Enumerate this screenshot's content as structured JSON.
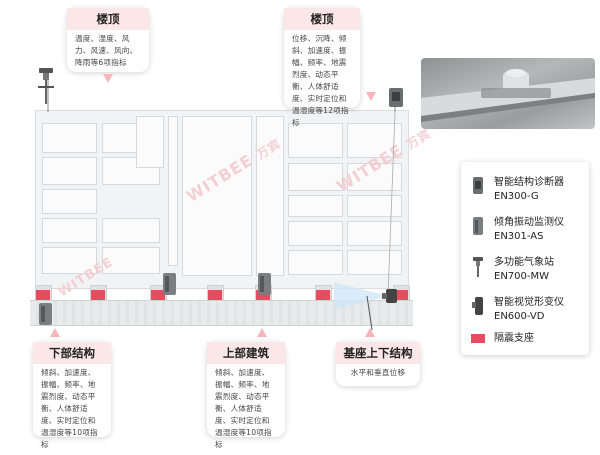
{
  "callouts": {
    "roof_left": {
      "title": "楼顶",
      "text": "温度、湿度、风力、风速、风向、降雨等6项指标"
    },
    "roof_right": {
      "title": "楼顶",
      "text": "位移、沉降、倾斜、加速度、振幅、频率、地震烈度、动态平衡、人体舒适度、实时定位和温湿度等12项指标"
    },
    "lower": {
      "title": "下部结构",
      "text": "倾斜、加速度、振幅、频率、地震烈度、动态平衡、人体舒适度、实时定位和温湿度等10项指标"
    },
    "upper": {
      "title": "上部建筑",
      "text": "倾斜、加速度、振幅、频率、地震烈度、动态平衡、人体舒适度、实时定位和温湿度等10项指标"
    },
    "base": {
      "title": "基座上下结构",
      "text": "水平和垂直位移"
    }
  },
  "legend": [
    {
      "icon": "structural-diagnostic-device-icon",
      "name": "智能结构诊断器",
      "model": "EN300-G"
    },
    {
      "icon": "tilt-vibration-monitor-icon",
      "name": "倾角振动监测仪",
      "model": "EN301-AS"
    },
    {
      "icon": "weather-station-icon",
      "name": "多功能气象站",
      "model": "EN700-MW"
    },
    {
      "icon": "visual-deformation-meter-icon",
      "name": "智能视觉形变仪",
      "model": "EN600-VD"
    },
    {
      "icon": "isolation-bearing-icon",
      "name": "隔震支座",
      "model": ""
    }
  ],
  "watermark": {
    "brand": "WITBEE",
    "cn": "万宾"
  },
  "colors": {
    "accent": "#e84a5f",
    "callout_head": "#fbe6e8",
    "triangle": "#f7b6bd"
  }
}
